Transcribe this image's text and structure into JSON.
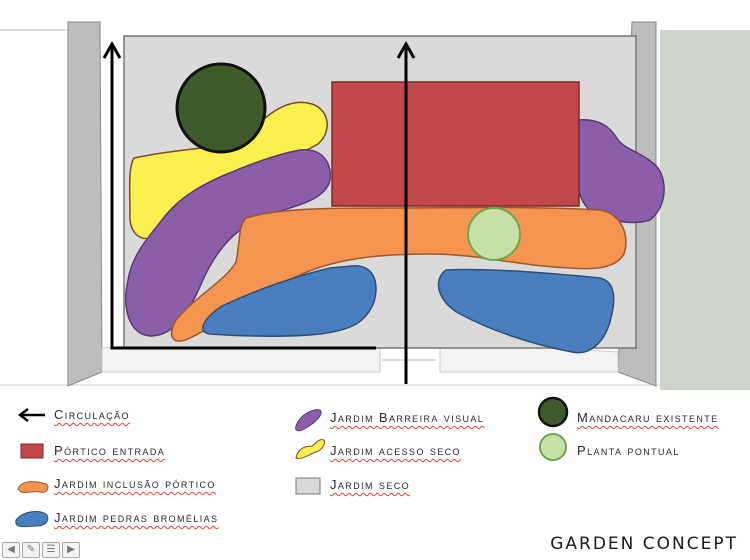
{
  "legend": {
    "circulacao": "Circulação",
    "portico": "Pórtico entrada",
    "inclusao": "Jardim inclusão pórtico",
    "pedras": "Jardim pedras bromélias",
    "barreira": "Jardim Barreira visual",
    "acesso": "Jardim acesso seco",
    "seco": "Jardim seco",
    "mandacaru": "Mandacaru existente",
    "planta": "Planta pontual"
  },
  "title": "GARDEN CONCEPT",
  "colors": {
    "portico": "#c0484a",
    "inclusao": "#f49450",
    "pedras": "#4a7fbf",
    "barreira": "#8a5ea8",
    "acesso": "#fcf050",
    "seco": "#d8d8d8",
    "mandacaru": "#3f5a2a",
    "planta": "#c6e0a6"
  },
  "nav": {
    "prev_icon": "arrow-left-icon",
    "pen_icon": "pen-icon",
    "menu_icon": "menu-icon",
    "next_icon": "arrow-right-icon"
  }
}
